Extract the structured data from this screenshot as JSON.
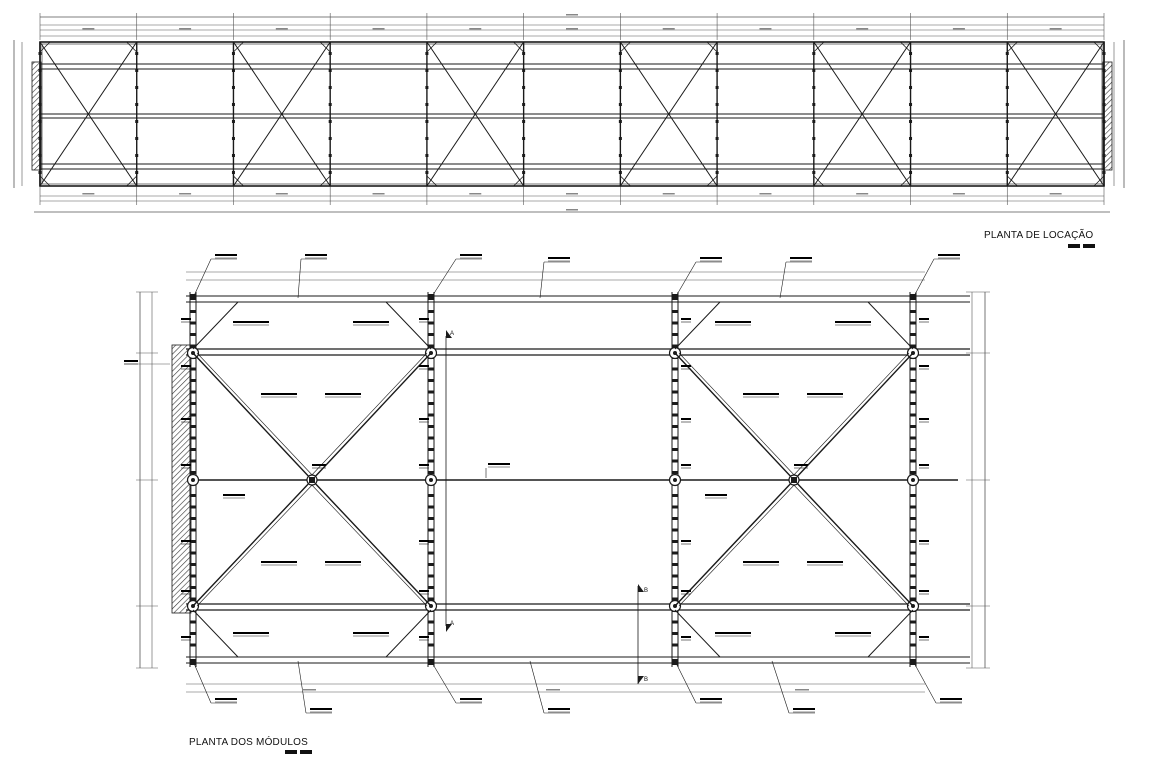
{
  "titles": {
    "location_plan": "PLANTA DE LOCAÇÃO",
    "modules_plan": "PLANTA DOS MÓDULOS"
  },
  "section_marks": {
    "a_top": "A",
    "a_bottom": "A",
    "b_top": "B",
    "b_bottom": "B"
  },
  "colors": {
    "line": "#1a1a1a",
    "dim": "#555555",
    "hatch": "#333333",
    "label_tag": "#000000"
  },
  "location_plan": {
    "bay_count": 11,
    "braced_bays": [
      0,
      2,
      4,
      6,
      8,
      10
    ]
  },
  "modules_plan": {
    "module_count": 2,
    "column_gridlines": 4
  }
}
